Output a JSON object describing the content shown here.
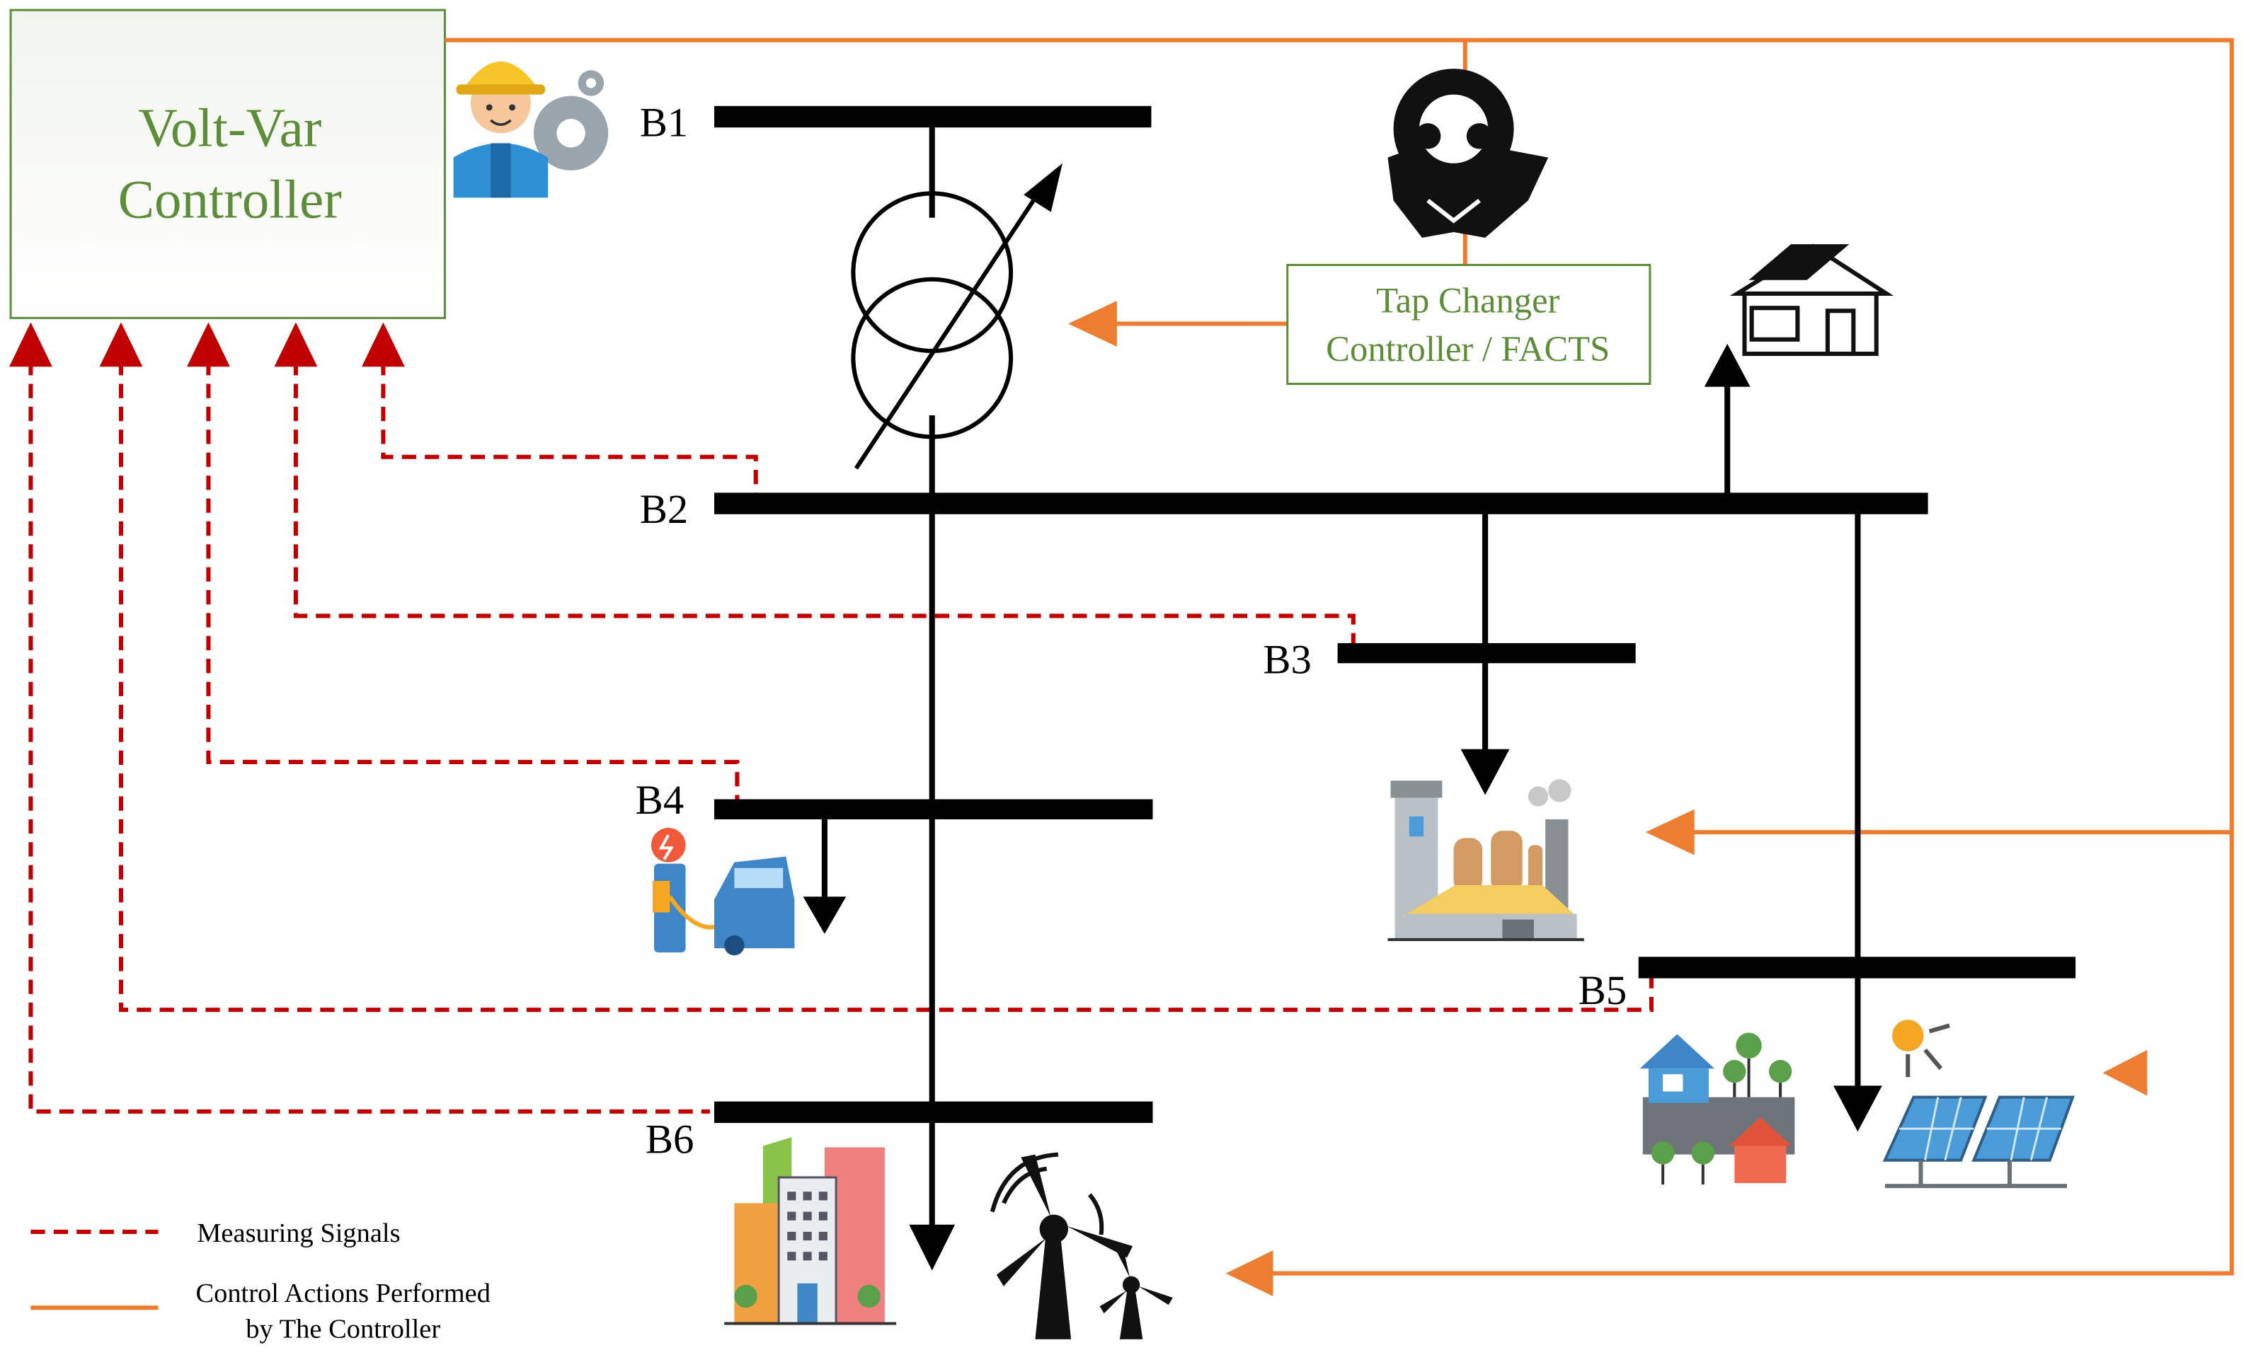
{
  "controller": {
    "line1": "Volt-Var",
    "line2": "Controller"
  },
  "tap_changer": {
    "line1": "Tap Changer",
    "line2": "Controller / FACTS"
  },
  "buses": [
    "B1",
    "B2",
    "B3",
    "B4",
    "B5",
    "B6"
  ],
  "legend": {
    "measuring": "Measuring Signals",
    "control_line1": "Control Actions Performed",
    "control_line2": "by The Controller"
  },
  "colors": {
    "measuring": "#c00000",
    "control": "#ed7d31",
    "controller_text": "#5e8d3a",
    "controller_border": "#5e8d3a",
    "bus": "#000000"
  },
  "icons": [
    "engineer-icon",
    "handshake-gear-icon",
    "solar-house-icon",
    "factory-icon",
    "ev-charger-icon",
    "residential-area-icon",
    "solar-panel-icon",
    "city-buildings-icon",
    "wind-turbine-icon"
  ]
}
